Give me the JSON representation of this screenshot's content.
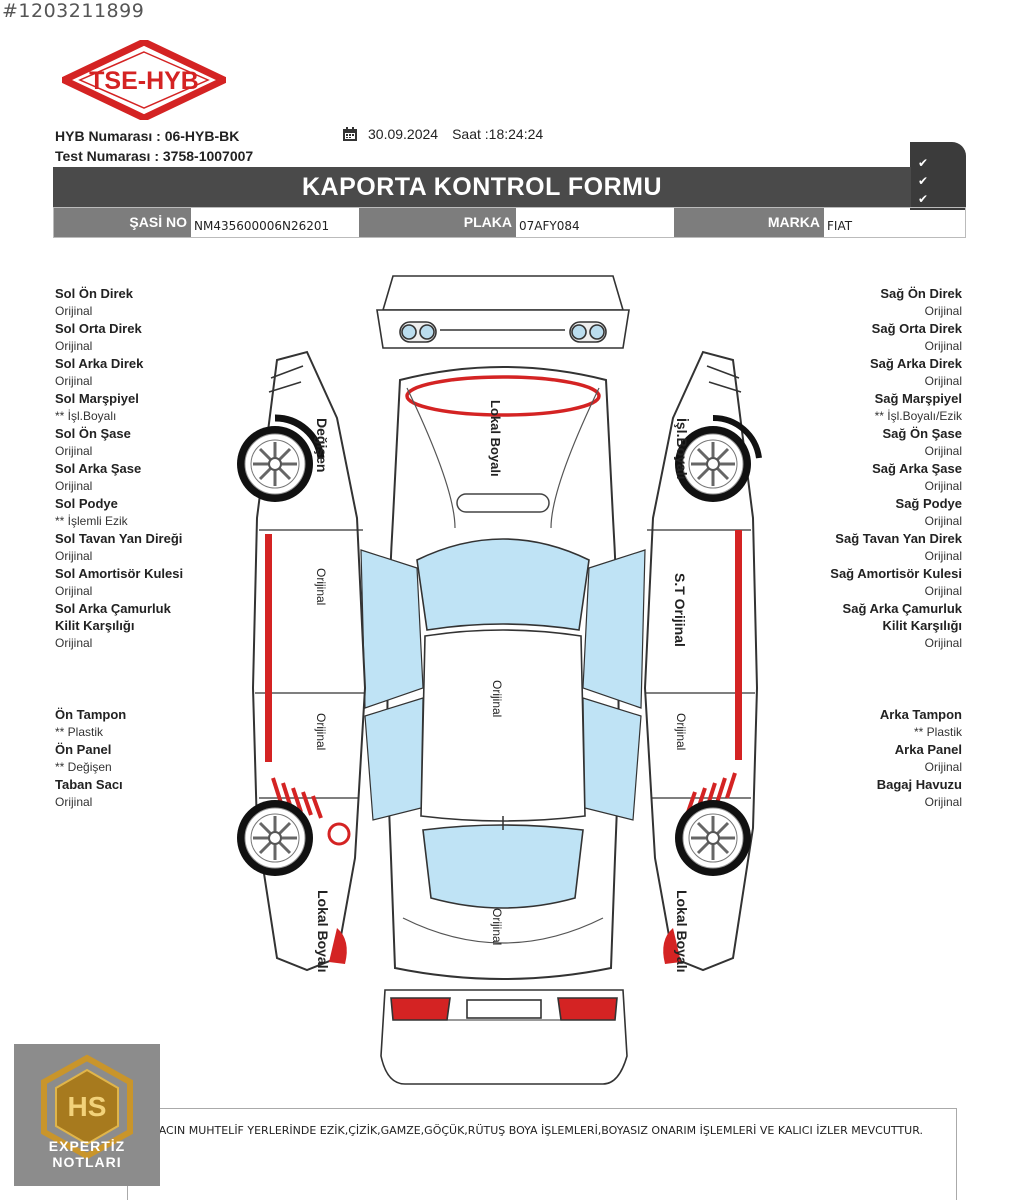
{
  "header": {
    "watermark_id": "#1203211899",
    "logo_text": "TSE-HYB",
    "hyb_line": "HYB Numarası : 06-HYB-BK",
    "test_line": "Test Numarası : 3758-1007007",
    "date": "30.09.2024",
    "time": "Saat :18:24:24",
    "title": "KAPORTA KONTROL FORMU"
  },
  "vehicle": {
    "chassis_label": "ŞASİ NO",
    "chassis_value": "NM435600006N26201",
    "plate_label": "PLAKA",
    "plate_value": "07AFY084",
    "brand_label": "MARKA",
    "brand_value": "FIAT"
  },
  "left_parts": [
    {
      "name": "Sol Ön Direk",
      "status": "Orijinal"
    },
    {
      "name": "Sol Orta Direk",
      "status": "Orijinal"
    },
    {
      "name": "Sol Arka Direk",
      "status": "Orijinal"
    },
    {
      "name": "Sol Marşpiyel",
      "status": "** İşl.Boyalı"
    },
    {
      "name": "Sol Ön Şase",
      "status": "Orijinal"
    },
    {
      "name": "Sol Arka Şase",
      "status": "Orijinal"
    },
    {
      "name": "Sol Podye",
      "status": "** İşlemli Ezik"
    },
    {
      "name": "Sol Tavan Yan Direği",
      "status": "Orijinal"
    },
    {
      "name": "Sol Amortisör Kulesi",
      "status": "Orijinal"
    },
    {
      "name": "Sol Arka Çamurluk",
      "status": ""
    },
    {
      "name": "Kilit Karşılığı",
      "status": "Orijinal"
    }
  ],
  "right_parts": [
    {
      "name": "Sağ Ön Direk",
      "status": "Orijinal"
    },
    {
      "name": "Sağ Orta Direk",
      "status": "Orijinal"
    },
    {
      "name": "Sağ Arka Direk",
      "status": "Orijinal"
    },
    {
      "name": "Sağ Marşpiyel",
      "status": "** İşl.Boyalı/Ezik"
    },
    {
      "name": "Sağ Ön Şase",
      "status": "Orijinal"
    },
    {
      "name": "Sağ Arka Şase",
      "status": "Orijinal"
    },
    {
      "name": "Sağ Podye",
      "status": "Orijinal"
    },
    {
      "name": "Sağ Tavan Yan Direk",
      "status": "Orijinal"
    },
    {
      "name": "Sağ Amortisör Kulesi",
      "status": "Orijinal"
    },
    {
      "name": "Sağ Arka Çamurluk",
      "status": ""
    },
    {
      "name": "Kilit Karşılığı",
      "status": "Orijinal"
    }
  ],
  "left_lower": [
    {
      "name": "Ön Tampon",
      "status": "** Plastik"
    },
    {
      "name": "Ön Panel",
      "status": "** Değişen"
    },
    {
      "name": "Taban Sacı",
      "status": "Orijinal"
    }
  ],
  "right_lower": [
    {
      "name": "Arka Tampon",
      "status": "** Plastik"
    },
    {
      "name": "Arka Panel",
      "status": "Orijinal"
    },
    {
      "name": "Bagaj Havuzu",
      "status": "Orijinal"
    }
  ],
  "diagram_labels": {
    "hood": "Lokal Boyalı",
    "roof": "Orijinal",
    "trunk": "Orijinal",
    "left_front_fender": "Değişen",
    "left_front_door": "Orijinal",
    "left_rear_door": "Orijinal",
    "left_rear_fender": "Lokal Boyalı",
    "right_front_fender": "İşl.Boyalı",
    "right_front_door": "S.T Orijinal",
    "right_rear_door": "Orijinal",
    "right_rear_fender": "Lokal Boyalı"
  },
  "notes": {
    "text": "ARACIN MUHTELİF YERLERİNDE EZİK,ÇİZİK,GAMZE,GÖÇÜK,RÜTUŞ BOYA İŞLEMLERİ,BOYASIZ ONARIM İŞLEMLERİ VE KALICI İZLER MEVCUTTUR."
  },
  "badge": {
    "monogram": "HS",
    "line1": "EXPERTİZ",
    "line2": "NOTLARI"
  },
  "colors": {
    "accent_red": "#d42323",
    "header_dark": "#4a4a4a",
    "label_gray": "#7d7d7d",
    "glass_blue": "#bfe3f5",
    "badge_gold": "#c9952b"
  }
}
